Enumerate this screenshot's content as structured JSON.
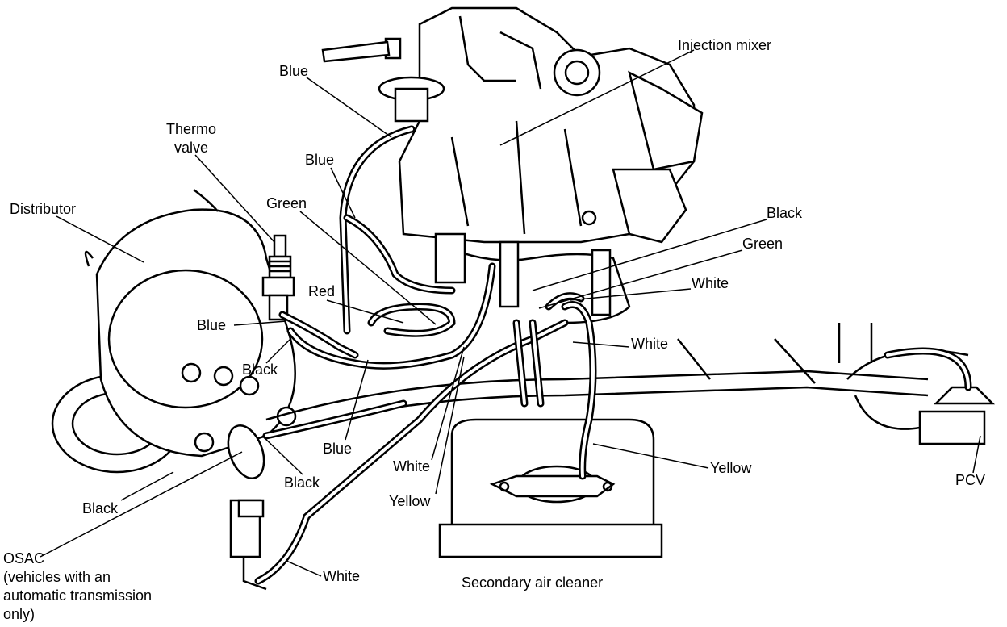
{
  "labels": {
    "injection_mixer": "Injection mixer",
    "blue_top": "Blue",
    "thermo_valve_1": "Thermo",
    "thermo_valve_2": "valve",
    "blue_upper": "Blue",
    "distributor": "Distributor",
    "green_left": "Green",
    "black_right": "Black",
    "green_right": "Green",
    "red": "Red",
    "white_right_upper": "White",
    "blue_left": "Blue",
    "white_right_lower": "White",
    "black_mid": "Black",
    "blue_lower": "Blue",
    "white_lower": "White",
    "yellow_right": "Yellow",
    "black_lower": "Black",
    "yellow_lower": "Yellow",
    "pcv": "PCV",
    "black_left": "Black",
    "white_bottom": "White",
    "secondary_air_cleaner": "Secondary air cleaner",
    "osac_1": "OSAC",
    "osac_2": "(vehicles with an",
    "osac_3": "automatic transmission",
    "osac_4": "only)"
  }
}
